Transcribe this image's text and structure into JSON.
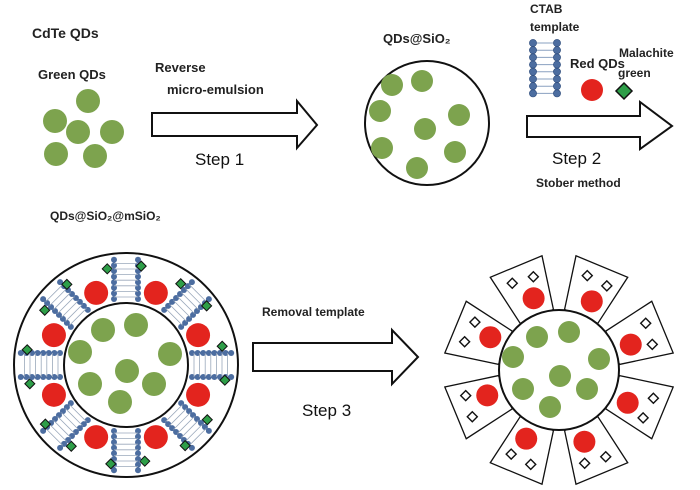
{
  "labels": {
    "cdte_qds": "CdTe QDs",
    "green_qds": "Green QDs",
    "reverse": "Reverse",
    "micro_emulsion": "micro-emulsion",
    "step1": "Step 1",
    "qds_sio2": "QDs@SiO₂",
    "ctab": "CTAB",
    "template": "template",
    "red_qds": "Red QDs",
    "malachite": "Malachite",
    "green": "green",
    "step2": "Step 2",
    "stober": "Stober method",
    "qds_sio2_msio2": "QDs@SiO₂@mSiO₂",
    "removal": "Removal template",
    "step3": "Step 3"
  },
  "colors": {
    "green_qd": "#7da34e",
    "red_qd": "#e3241e",
    "malachite": "#2e9e48",
    "ctab_bead": "#4c6da0",
    "outline": "#111111"
  }
}
